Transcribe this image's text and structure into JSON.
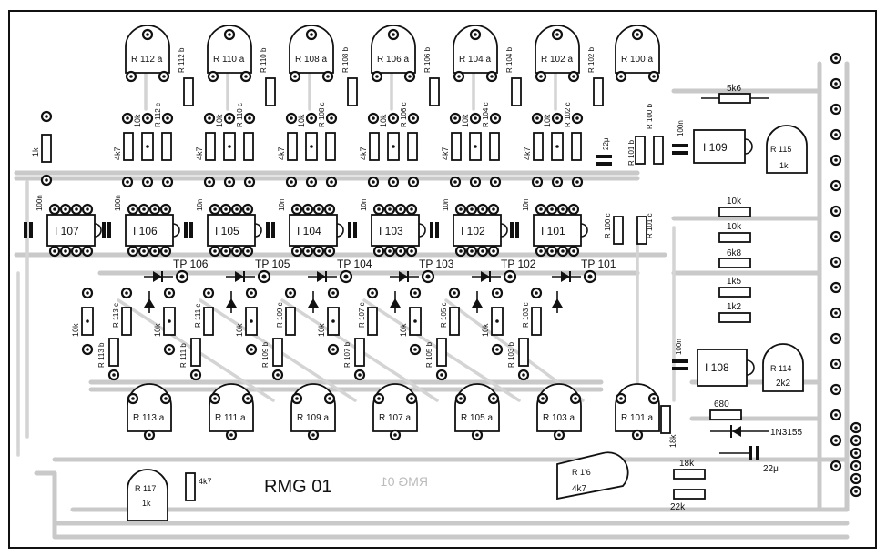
{
  "board_label": "RMG 01",
  "mirror_label": "RMG 01",
  "pots_top": [
    "R 112 a",
    "R 110 a",
    "R 108 a",
    "R 106 a",
    "R 104 a",
    "R 102 a",
    "R 100 a"
  ],
  "pots_bottom": [
    "R 113 a",
    "R 111 a",
    "R 109 a",
    "R 107 a",
    "R 105 a",
    "R 103 a",
    "R 101 a"
  ],
  "ics": [
    "I 107",
    "I 106",
    "I 105",
    "I 104",
    "I 103",
    "I 102",
    "I 101"
  ],
  "test_points": [
    "TP 106",
    "TP 105",
    "TP 104",
    "TP 103",
    "TP 102",
    "TP 101"
  ],
  "ic_108": "I 108",
  "ic_109": "I 109",
  "r115": {
    "name": "R 115",
    "value": "1k"
  },
  "r114": {
    "name": "R 114",
    "value": "2k2"
  },
  "r116": {
    "name": "R 1'6",
    "value": "4k7"
  },
  "r117": {
    "name": "R 117",
    "value": "1k"
  },
  "labels": {
    "r_1k": "1k",
    "r_4k7": "4k7",
    "r_10k": "10k",
    "c_100n": "100n",
    "c_10n": "10n",
    "c_22u": "22μ",
    "r_5k6": "5k6",
    "r_6k8": "6k8",
    "r_1k5": "1k5",
    "r_1k2": "1k2",
    "r_680": "680",
    "r_18k": "18k",
    "r_22k": "22k",
    "diode_1n3155": "1N3155",
    "c_22u_b": "22μ",
    "r112b": "R 112 b",
    "r110b": "R 110 b",
    "r108b": "R 108 b",
    "r106b": "R 106 b",
    "r104b": "R 104 b",
    "r102b": "R 102 b",
    "r112c": "R 112 c",
    "r110c": "R 110 c",
    "r108c": "R 108 c",
    "r106c": "R 106 c",
    "r104c": "R 104 c",
    "r102c": "R 102 c",
    "r101b": "R 101 b",
    "r100b": "R 100 b",
    "r100c": "R 100 c",
    "r101c": "R 101 c",
    "r113b": "R 113 b",
    "r113c": "R 113 c",
    "r111b": "R 111 b",
    "r111c": "R 111 c",
    "r109b": "R 109 b",
    "r109c": "R 109 c",
    "r107b": "R 107 b",
    "r107c": "R 107 c",
    "r105b": "R 105 b",
    "r105c": "R 105 c",
    "r103b": "R 103 b",
    "r103c": "R 103 c"
  }
}
